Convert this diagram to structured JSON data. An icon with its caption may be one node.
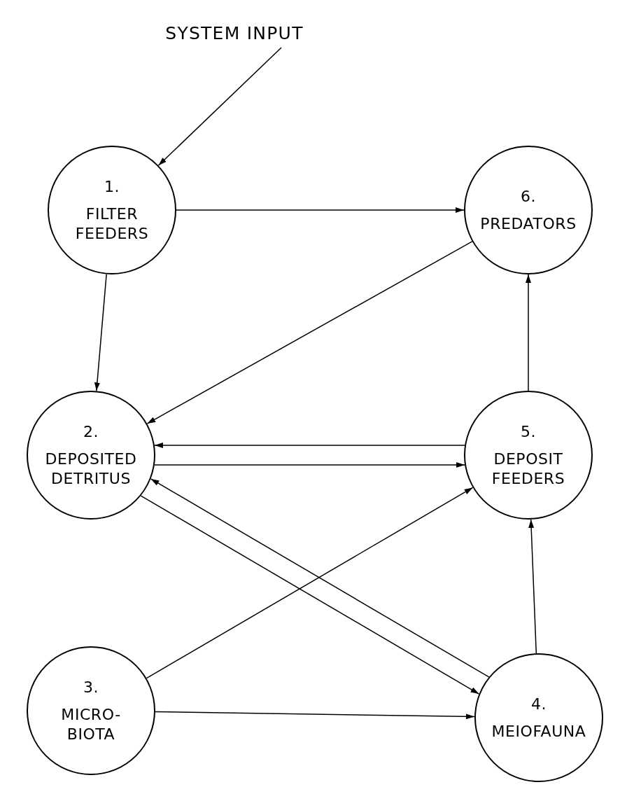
{
  "diagram": {
    "nodes": [
      {
        "text": [
          "SYSTEM INPUT"
        ]
      },
      {
        "text": [
          "1.",
          "FILTER FEEDERS"
        ]
      },
      {
        "text": [
          "6.",
          "PREDATORS"
        ]
      },
      {
        "text": [
          "2.",
          "DEPOSITED DETRITUS"
        ]
      },
      {
        "text": [
          "5.",
          "DEPOSIT FEEDERS"
        ]
      },
      {
        "text": [
          "3.",
          "MICRO- BIOTA"
        ]
      },
      {
        "text": [
          "4.",
          "MEIOFAUNA"
        ]
      }
    ],
    "edges": [
      {
        "from": 0,
        "to": 1,
        "arrow": "to"
      },
      {
        "from": 1,
        "to": 2,
        "arrow": "to"
      },
      {
        "from": 1,
        "to": 3,
        "arrow": "to"
      },
      {
        "from": 2,
        "to": 3,
        "arrow": "to"
      },
      {
        "from": 4,
        "to": 2,
        "arrow": "to"
      },
      {
        "from": 4,
        "to": 3,
        "arrow": "to"
      },
      {
        "from": 3,
        "to": 4,
        "arrow": "to"
      },
      {
        "from": 3,
        "to": 6,
        "arrow": "to"
      },
      {
        "from": 6,
        "to": 3,
        "arrow": "to"
      },
      {
        "from": 5,
        "to": 4,
        "arrow": "to"
      },
      {
        "from": 5,
        "to": 6,
        "arrow": "to"
      },
      {
        "from": 6,
        "to": 4,
        "arrow": "to"
      }
    ]
  }
}
